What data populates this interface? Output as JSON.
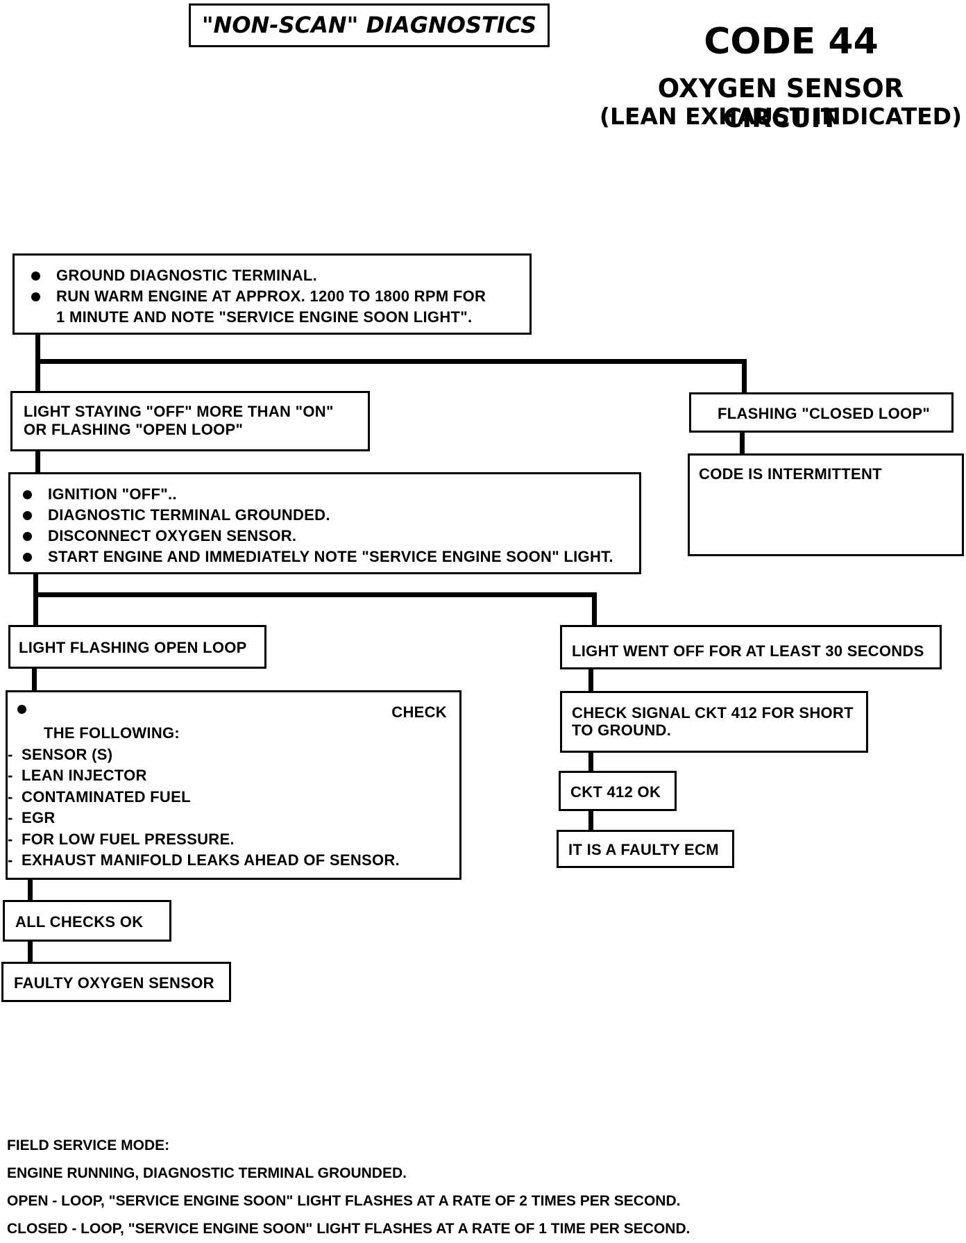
{
  "header": {
    "badge": "\"NON-SCAN\" DIAGNOSTICS",
    "code": "CODE 44",
    "subtitle_line1": "OXYGEN SENSOR CIRCUIT",
    "subtitle_line2": "(LEAN EXHAUST INDICATED)"
  },
  "flow": {
    "step1": [
      "GROUND DIAGNOSTIC TERMINAL.",
      "RUN WARM ENGINE AT APPROX. 1200 TO 1800 RPM FOR 1 MINUTE AND NOTE \"SERVICE ENGINE SOON LIGHT\"."
    ],
    "light_off_line1": "LIGHT STAYING \"OFF\" MORE THAN \"ON\"",
    "light_off_line2": "OR FLASHING \"OPEN LOOP\"",
    "flashing_closed": "FLASHING \"CLOSED LOOP\"",
    "intermittent": "CODE IS INTERMITTENT",
    "step2": [
      "IGNITION \"OFF\"..",
      "DIAGNOSTIC TERMINAL GROUNDED.",
      "DISCONNECT OXYGEN SENSOR.",
      "START ENGINE AND IMMEDIATELY NOTE \"SERVICE ENGINE SOON\" LIGHT."
    ],
    "flashing_open": "LIGHT FLASHING OPEN LOOP",
    "went_off": "LIGHT WENT OFF FOR AT LEAST 30 SECONDS",
    "check_word": "CHECK",
    "check_following": "THE FOLLOWING:",
    "check_items": [
      "SENSOR (S)",
      "LEAN INJECTOR",
      "CONTAMINATED FUEL",
      "EGR",
      "FOR LOW FUEL PRESSURE.",
      "EXHAUST MANIFOLD LEAKS AHEAD OF SENSOR."
    ],
    "check_signal_line1": "CHECK SIGNAL CKT 412 FOR SHORT",
    "check_signal_line2": "TO GROUND.",
    "ckt_ok": "CKT 412 OK",
    "faulty_ecm": "IT IS A FAULTY ECM",
    "all_ok": "ALL CHECKS OK",
    "faulty_sensor": "FAULTY OXYGEN SENSOR"
  },
  "notes": [
    "FIELD SERVICE MODE:",
    "ENGINE RUNNING, DIAGNOSTIC TERMINAL GROUNDED.",
    "OPEN - LOOP, \"SERVICE ENGINE SOON\" LIGHT FLASHES AT A RATE OF 2 TIMES PER SECOND.",
    "CLOSED - LOOP, \"SERVICE ENGINE SOON\" LIGHT FLASHES AT A RATE OF 1 TIME PER SECOND."
  ]
}
